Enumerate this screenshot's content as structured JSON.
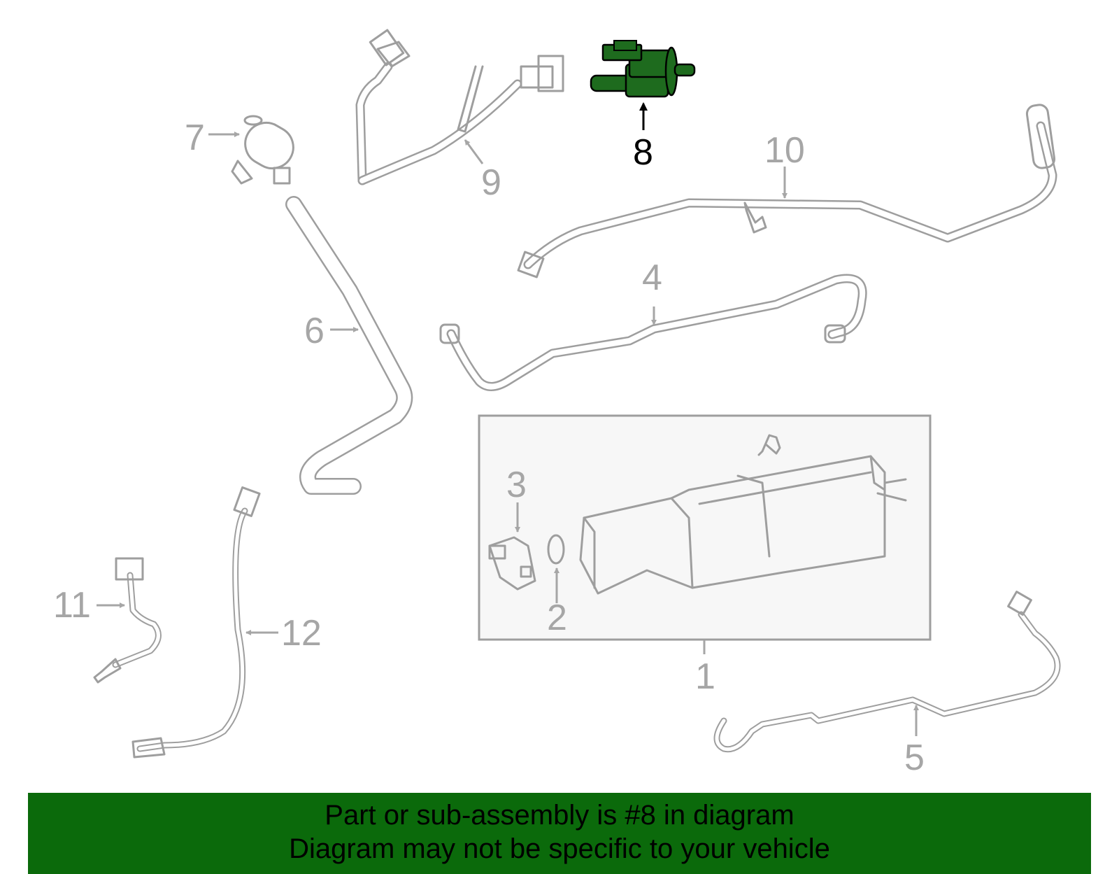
{
  "diagram": {
    "highlight_color": "#1e6b1e",
    "part_color": "#9e9e9e",
    "callouts": {
      "c1": "1",
      "c2": "2",
      "c3": "3",
      "c4": "4",
      "c5": "5",
      "c6": "6",
      "c7": "7",
      "c8": "8",
      "c9": "9",
      "c10": "10",
      "c11": "11",
      "c12": "12"
    },
    "highlighted_part": "8"
  },
  "banner": {
    "color": "#0b6a0b",
    "line1": "Part or sub-assembly is #8 in diagram",
    "line2": "Diagram may not be specific to your vehicle"
  }
}
